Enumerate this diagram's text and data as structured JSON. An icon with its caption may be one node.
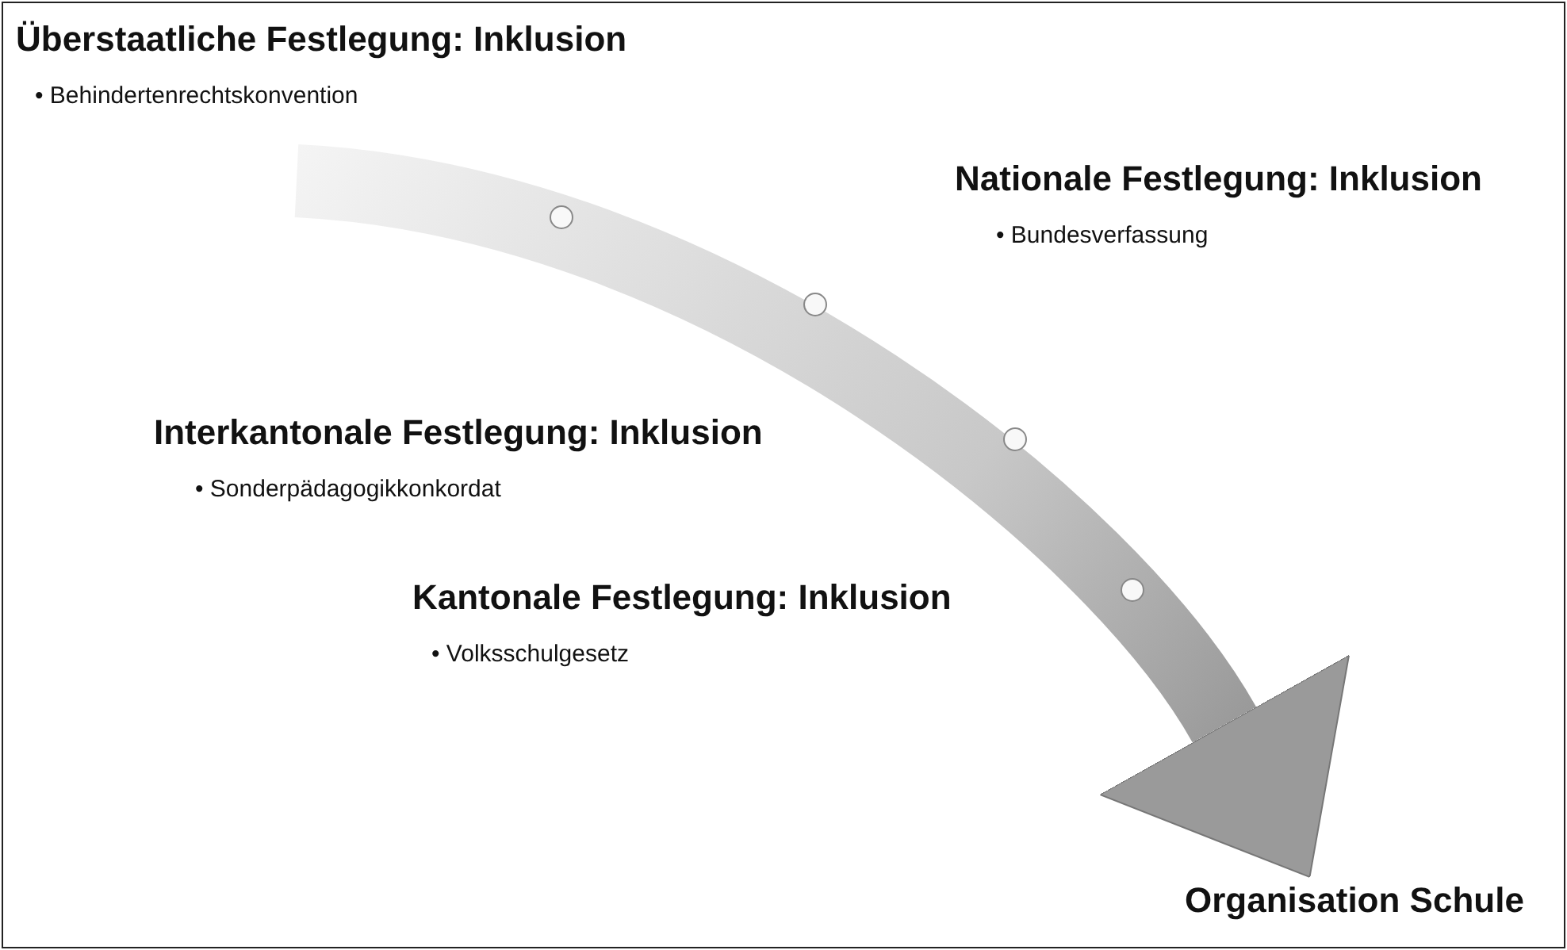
{
  "diagram": {
    "nodes": [
      {
        "text": [
          "Überstaatliche Festlegung: Inklusion",
          "• Behindertenrechtskonvention"
        ]
      },
      {
        "text": [
          "Nationale Festlegung: Inklusion",
          "• Bundesverfassung"
        ]
      },
      {
        "text": [
          "Interkantonale Festlegung: Inklusion",
          "• Sonderpädagogikkonkordat"
        ]
      },
      {
        "text": [
          "Kantonale Festlegung: Inklusion",
          "• Volksschulgesetz"
        ]
      },
      {
        "text": [
          "Organisation Schule"
        ]
      }
    ],
    "edges": [
      {
        "from": 0,
        "to": 4,
        "arrow": "to",
        "style": "thick"
      }
    ]
  }
}
